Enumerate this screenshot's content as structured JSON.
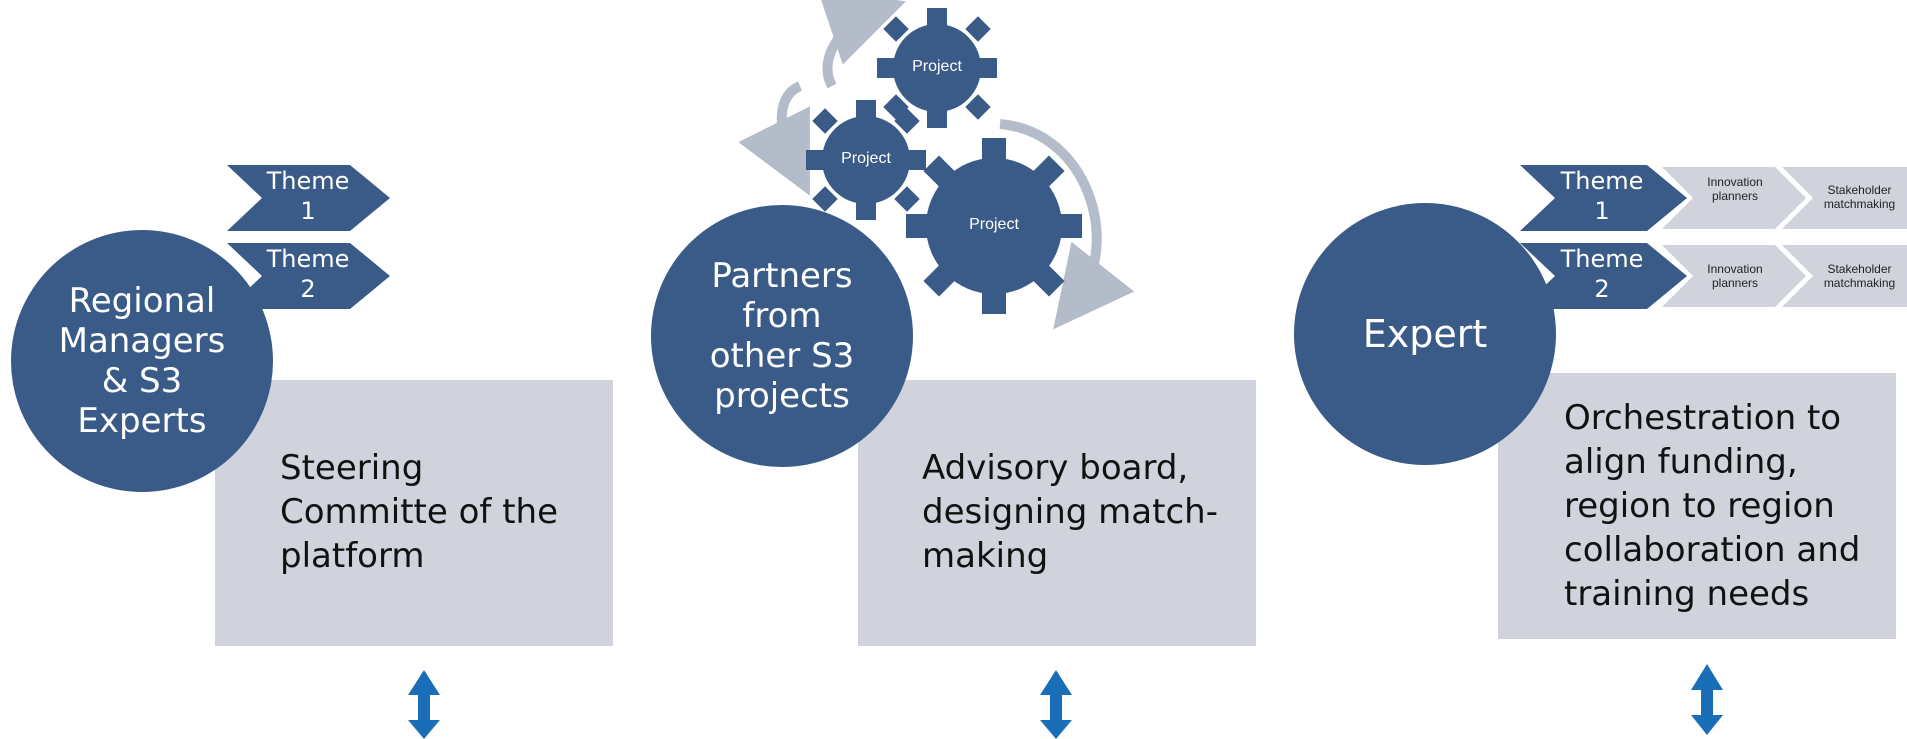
{
  "colors": {
    "dark_blue": "#3a5a87",
    "light_gray": "#d0d3dc",
    "arrow_blue": "#1a6eb8",
    "curve_gray": "#b4bcc9"
  },
  "panel1": {
    "circle_lines": [
      "Regional",
      "Managers",
      "& S3",
      "Experts"
    ],
    "themes": [
      {
        "line1": "Theme",
        "line2": "1"
      },
      {
        "line1": "Theme",
        "line2": "2"
      }
    ],
    "box_lines": [
      "Steering",
      "Committe of the",
      "platform"
    ]
  },
  "panel2": {
    "circle_lines": [
      "Partners",
      "from",
      "other S3",
      "projects"
    ],
    "gears": [
      "Project",
      "Project",
      "Project"
    ],
    "box_lines": [
      "Advisory board,",
      "designing match-",
      "making"
    ]
  },
  "panel3": {
    "circle_lines": [
      "Expert"
    ],
    "themes": [
      {
        "line1": "Theme",
        "line2": "1"
      },
      {
        "line1": "Theme",
        "line2": "2"
      }
    ],
    "steps": [
      {
        "a": "Innovation",
        "b": "planners"
      },
      {
        "a": "Stakeholder",
        "b": "matchmaking"
      },
      {
        "a": "Innovation",
        "b": "planners"
      },
      {
        "a": "Stakeholder",
        "b": "matchmaking"
      }
    ],
    "box_lines": [
      "Orchestration to",
      "align funding,",
      "region to region",
      "collaboration and",
      "training needs"
    ]
  }
}
